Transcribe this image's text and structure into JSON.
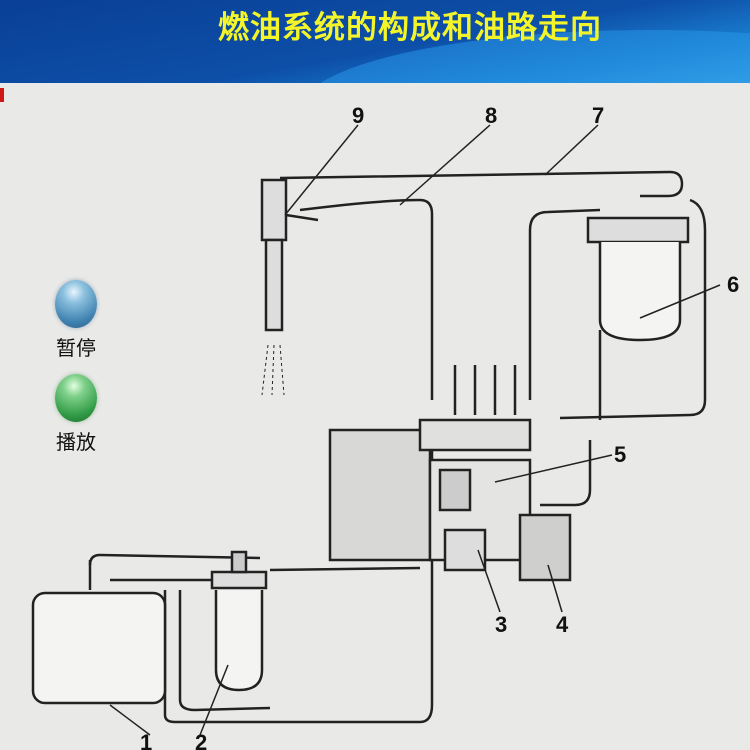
{
  "title": "燃油系统的构成和油路走向",
  "controls": {
    "pause": "暂停",
    "play": "播放"
  },
  "labels": [
    "1",
    "2",
    "3",
    "4",
    "5",
    "6",
    "7",
    "8",
    "9"
  ],
  "colors": {
    "title": "#f3f52a",
    "header": "#0d4fa8",
    "background": "#e9e9e7"
  }
}
